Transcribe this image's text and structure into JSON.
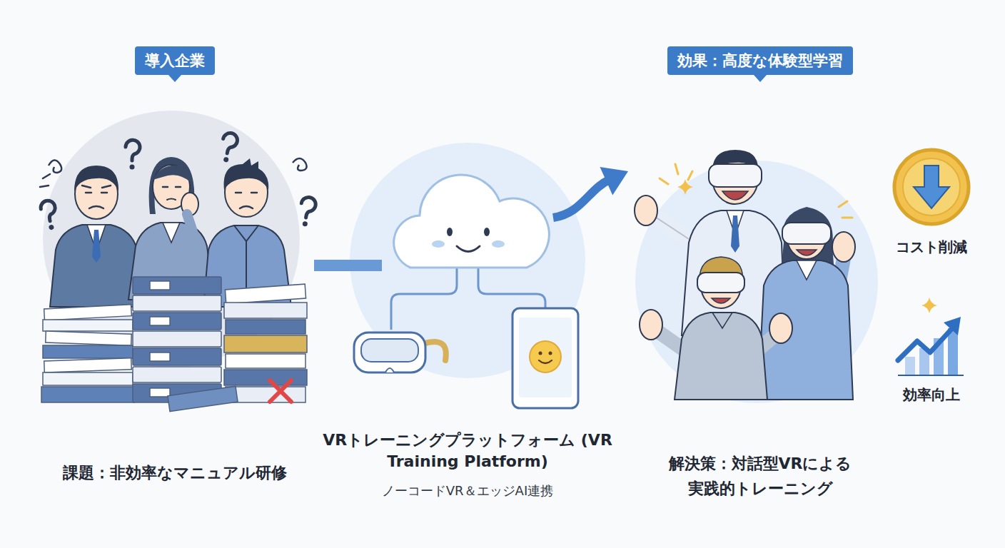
{
  "diagram": {
    "nodes": [
      {
        "text": [
          "導入企業",
          "課題：非効率なマニュアル研修"
        ]
      },
      {
        "text": [
          "VRトレーニングプラットフォーム (VR Training Platform)",
          "ノーコードVR＆エッジAI連携"
        ]
      },
      {
        "text": [
          "効果：高度な体験型学習",
          "解決策：対話型VRによる 実践的トレーニング"
        ]
      }
    ],
    "edges": [
      {
        "from": 0,
        "to": 1,
        "arrow": "none"
      },
      {
        "from": 1,
        "to": 2,
        "arrow": "to"
      }
    ],
    "labels": [
      "コスト削減",
      "効率向上"
    ]
  }
}
